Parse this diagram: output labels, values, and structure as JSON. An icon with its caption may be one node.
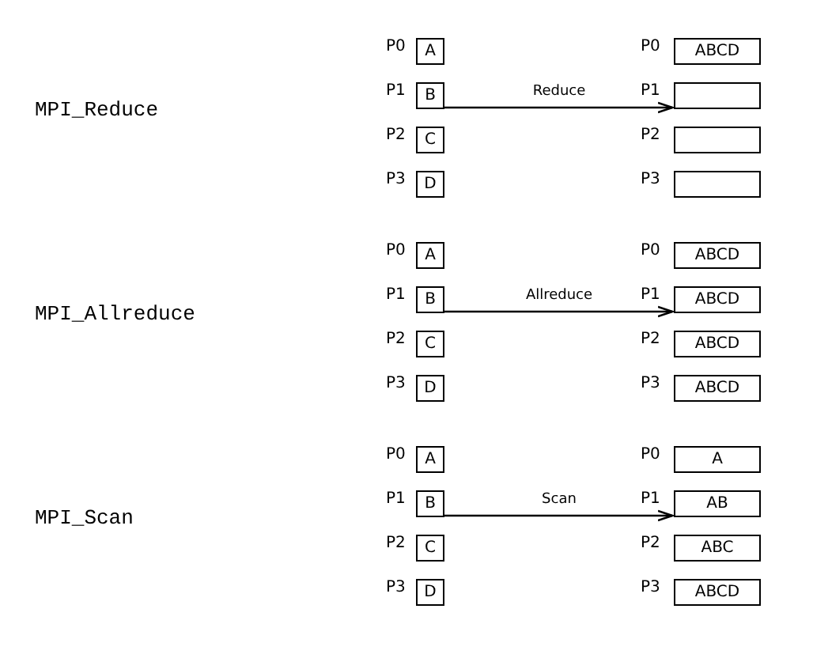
{
  "diagram": {
    "nodes": [
      {
        "text": [
          "A"
        ],
        "beside": [
          "P0"
        ]
      },
      {
        "text": [
          "B"
        ],
        "beside": [
          "P1"
        ]
      },
      {
        "text": [
          "C"
        ],
        "beside": [
          "P2"
        ]
      },
      {
        "text": [
          "D"
        ],
        "beside": [
          "P3"
        ]
      },
      {
        "text": [
          "ABCD"
        ],
        "beside": [
          "P0"
        ]
      },
      {
        "text": [],
        "shape": "box",
        "beside": [
          "P1"
        ]
      },
      {
        "text": [],
        "shape": "box",
        "beside": [
          "P2"
        ]
      },
      {
        "text": [],
        "shape": "box",
        "beside": [
          "P3"
        ]
      },
      {
        "text": [
          "A"
        ],
        "beside": [
          "P0"
        ]
      },
      {
        "text": [
          "B"
        ],
        "beside": [
          "P1"
        ]
      },
      {
        "text": [
          "C"
        ],
        "beside": [
          "P2"
        ]
      },
      {
        "text": [
          "D"
        ],
        "beside": [
          "P3"
        ]
      },
      {
        "text": [
          "ABCD"
        ],
        "beside": [
          "P0"
        ]
      },
      {
        "text": [
          "ABCD"
        ],
        "beside": [
          "P1"
        ]
      },
      {
        "text": [
          "ABCD"
        ],
        "beside": [
          "P2"
        ]
      },
      {
        "text": [
          "ABCD"
        ],
        "beside": [
          "P3"
        ]
      },
      {
        "text": [
          "A"
        ],
        "beside": [
          "P0"
        ]
      },
      {
        "text": [
          "B"
        ],
        "beside": [
          "P1"
        ]
      },
      {
        "text": [
          "C"
        ],
        "beside": [
          "P2"
        ]
      },
      {
        "text": [
          "D"
        ],
        "beside": [
          "P3"
        ]
      },
      {
        "text": [
          "A"
        ],
        "beside": [
          "P0"
        ]
      },
      {
        "text": [
          "AB"
        ],
        "beside": [
          "P1"
        ]
      },
      {
        "text": [
          "ABC"
        ],
        "beside": [
          "P2"
        ]
      },
      {
        "text": [
          "ABCD"
        ],
        "beside": [
          "P3"
        ]
      }
    ],
    "edges": [
      {
        "from": 1,
        "to": 5,
        "arrow": "to",
        "label": "Reduce"
      },
      {
        "from": 9,
        "to": 13,
        "arrow": "to",
        "label": "Allreduce"
      },
      {
        "from": 17,
        "to": 21,
        "arrow": "to",
        "label": "Scan"
      }
    ],
    "labels": [
      "MPI_Reduce",
      "MPI_Allreduce",
      "MPI_Scan"
    ]
  }
}
